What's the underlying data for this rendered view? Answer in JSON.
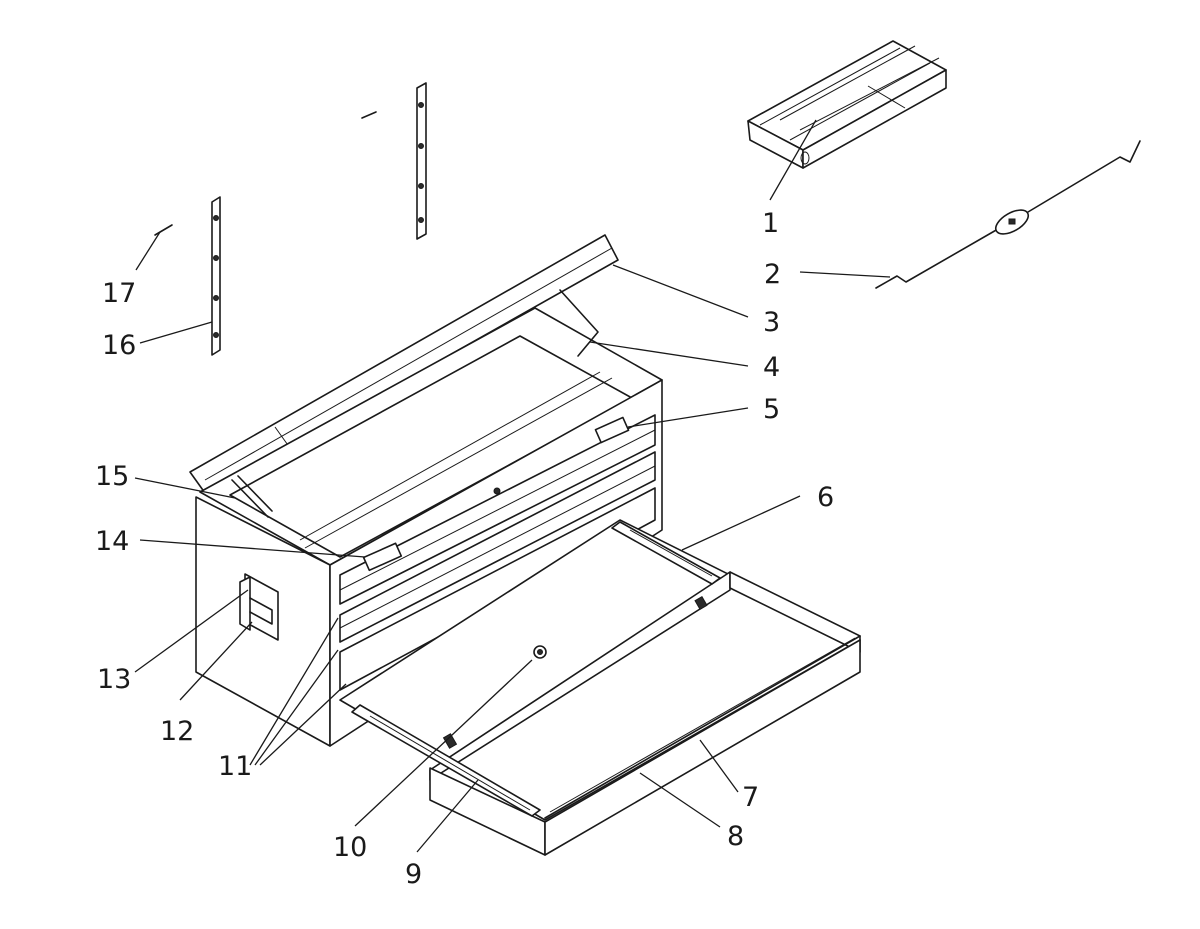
{
  "diagram": {
    "callouts": [
      {
        "id": "1",
        "label": "1"
      },
      {
        "id": "2",
        "label": "2"
      },
      {
        "id": "3",
        "label": "3"
      },
      {
        "id": "4",
        "label": "4"
      },
      {
        "id": "5",
        "label": "5"
      },
      {
        "id": "6",
        "label": "6"
      },
      {
        "id": "7",
        "label": "7"
      },
      {
        "id": "8",
        "label": "8"
      },
      {
        "id": "9",
        "label": "9"
      },
      {
        "id": "10",
        "label": "10"
      },
      {
        "id": "11",
        "label": "11"
      },
      {
        "id": "12",
        "label": "12"
      },
      {
        "id": "13",
        "label": "13"
      },
      {
        "id": "14",
        "label": "14"
      },
      {
        "id": "15",
        "label": "15"
      },
      {
        "id": "16",
        "label": "16"
      },
      {
        "id": "17",
        "label": "17"
      }
    ],
    "line_color": "#1a1a1a",
    "background": "#ffffff"
  }
}
